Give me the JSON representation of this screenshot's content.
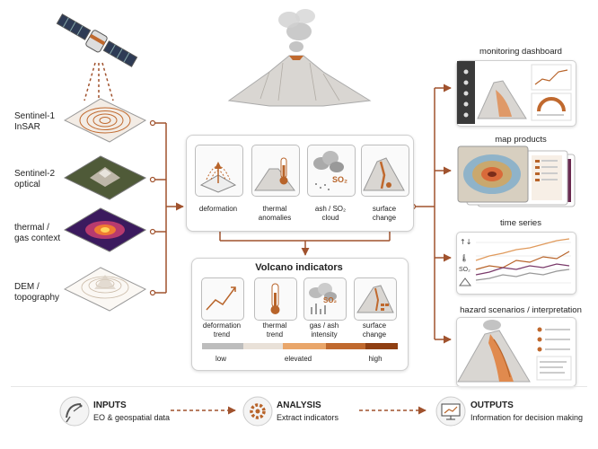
{
  "inputs": [
    {
      "label": "Sentinel-1\nInSAR"
    },
    {
      "label": "Sentinel-2\noptical"
    },
    {
      "label": "thermal /\ngas context"
    },
    {
      "label": "DEM /\ntopography"
    }
  ],
  "analysis_cards": [
    {
      "label": "deformation"
    },
    {
      "label": "thermal\nanomalies"
    },
    {
      "label": "ash / SO₂\ncloud"
    },
    {
      "label": "surface\nchange"
    }
  ],
  "so2_text": "SO₂",
  "indicators": {
    "title": "Volcano indicators",
    "cards": [
      {
        "label": "deformation\ntrend"
      },
      {
        "label": "thermal\ntrend"
      },
      {
        "label": "gas / ash\nintensity"
      },
      {
        "label": "surface\nchange"
      }
    ],
    "scale": {
      "low": "low",
      "elevated": "elevated",
      "high": "high"
    }
  },
  "outputs": [
    {
      "label": "monitoring dashboard"
    },
    {
      "label": "map products"
    },
    {
      "label": "time series"
    },
    {
      "label": "hazard scenarios / interpretation"
    }
  ],
  "timeseries_label": "SO₂",
  "footer": {
    "inputs": {
      "title": "INPUTS",
      "subtitle": "EO & geospatial data"
    },
    "analysis": {
      "title": "ANALYSIS",
      "subtitle": "Extract indicators"
    },
    "outputs": {
      "title": "OUTPUTS",
      "subtitle": "Information for decision making"
    }
  },
  "colors": {
    "accent": "#b8642a",
    "accent_light": "#e8a066",
    "line": "#a0522d"
  }
}
